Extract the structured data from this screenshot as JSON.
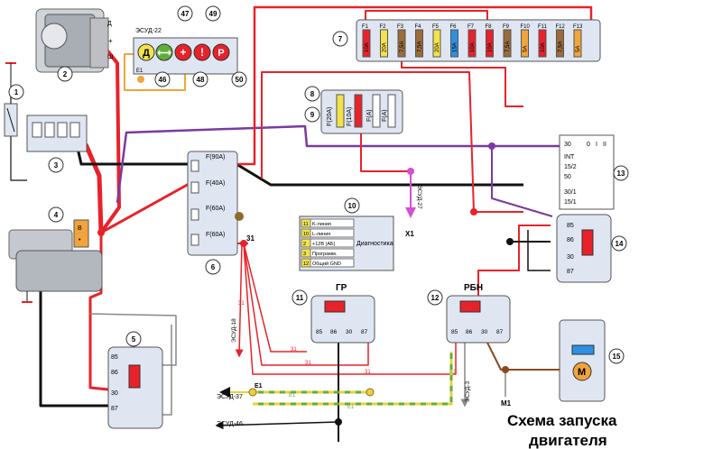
{
  "title_lines": [
    "Схема запуска",
    "двигателя"
  ],
  "component_numbers": {
    "n1": "1",
    "n2": "2",
    "n3": "3",
    "n4": "4",
    "n5": "5",
    "n6": "6",
    "n7": "7",
    "n8": "8",
    "n9": "9",
    "n10": "10",
    "n11": "11",
    "n12": "12",
    "n13": "13",
    "n14": "14",
    "n15": "15",
    "n46": "46",
    "n47": "47",
    "n48": "48",
    "n49": "49",
    "n50": "50"
  },
  "generator_terminals": {
    "d": "Д",
    "plus": "+",
    "sh": "Ш"
  },
  "starter_terminals": {
    "b": "В",
    "dot": "•"
  },
  "indicators": {
    "d": "Д",
    "arrows": "⟷",
    "plus": "+",
    "excl": "!",
    "p": "P"
  },
  "fuse_box": {
    "numbers": [
      "F1",
      "F2",
      "F3",
      "F4",
      "F5",
      "F6",
      "F7",
      "F8",
      "F9",
      "F10",
      "F11",
      "F12",
      "F13"
    ],
    "ratings": [
      "10A",
      "20A",
      "7,5A",
      "7,5A",
      "20A",
      "15A",
      "10A",
      "10A",
      "7,5A",
      "5A",
      "10A",
      "7,5A",
      "5A"
    ],
    "colors": [
      "#e8222a",
      "#f3e24a",
      "#9b6b3a",
      "#9b6b3a",
      "#f3e24a",
      "#2f8fe0",
      "#e8222a",
      "#e8222a",
      "#9b6b3a",
      "#f0a43c",
      "#e8222a",
      "#9b6b3a",
      "#f0a43c"
    ]
  },
  "mini_fuses": {
    "f20": "F(20A)",
    "f10": "F(10A)",
    "fa1": "F(A)",
    "fa2": "F(A)"
  },
  "main_fuses": [
    "F(90A)",
    "F(40A)",
    "F(60A)",
    "F(60A)"
  ],
  "diagnostics": {
    "title": "Диагностика",
    "rows": [
      {
        "pin": "11",
        "label": "K-линия"
      },
      {
        "pin": "10",
        "label": "L-линия"
      },
      {
        "pin": "2",
        "label": "+12В (АБ)"
      },
      {
        "pin": "3",
        "label": "Программ."
      },
      {
        "pin": "12",
        "label": "Общий GND"
      }
    ]
  },
  "ignition_switch": {
    "positions": [
      "0",
      "I",
      "II"
    ],
    "terminals": [
      "30",
      "INT",
      "15/2",
      "50",
      "30/1",
      "15/1"
    ]
  },
  "relays": {
    "gr_title": "ГР",
    "rbn_title": "РБН",
    "pins4": [
      "85",
      "86",
      "30",
      "87"
    ],
    "vertical_pins": [
      "85",
      "86",
      "30",
      "87"
    ]
  },
  "wire_labels": {
    "esud22": "ЭСУД-22",
    "esud27": "ЭСУД-27",
    "esud18": "ЭСУД-18",
    "esud37": "ЭСУД-37",
    "esud46": "ЭСУД-46",
    "esud3": "ЭСУД-3",
    "e1": "E1",
    "x1": "X1",
    "m1": "M1",
    "n31": "31",
    "motor": "M"
  },
  "colors": {
    "red": "#e8222a",
    "purple": "#7a3aa0",
    "black": "#111111",
    "orange": "#f0a43c",
    "brown": "#8b4a1c",
    "gray": "#888888",
    "pink": "#d54fd0",
    "green": "#5fae3a",
    "yellow": "#e8d23a",
    "box": "#dfe6f2"
  }
}
